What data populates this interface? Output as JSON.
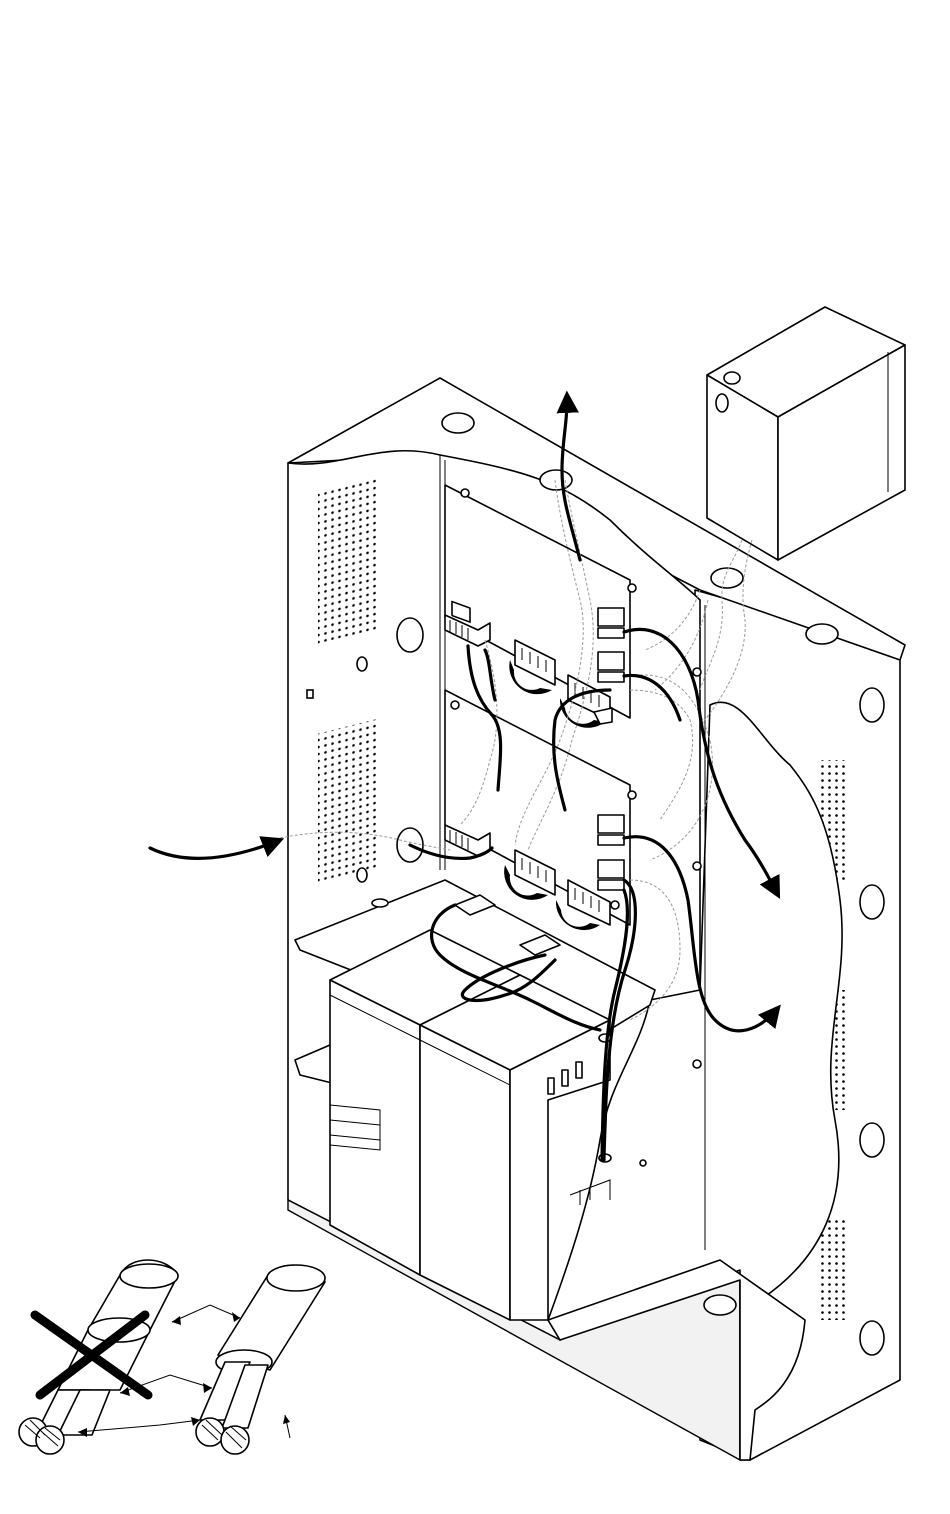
{
  "diagram": {
    "elements": [
      "enclosure-cabinet",
      "junction-box",
      "power-module-upper",
      "power-module-lower",
      "battery-pair",
      "cable-comparison"
    ],
    "colors": {
      "line": "#000000",
      "background": "#ffffff",
      "hidden_wire": "#9a9a9a"
    },
    "icons": [
      "incoming-wire-arrow-icon",
      "outgoing-wire-arrow-icon",
      "prohibited-cross-icon"
    ]
  }
}
